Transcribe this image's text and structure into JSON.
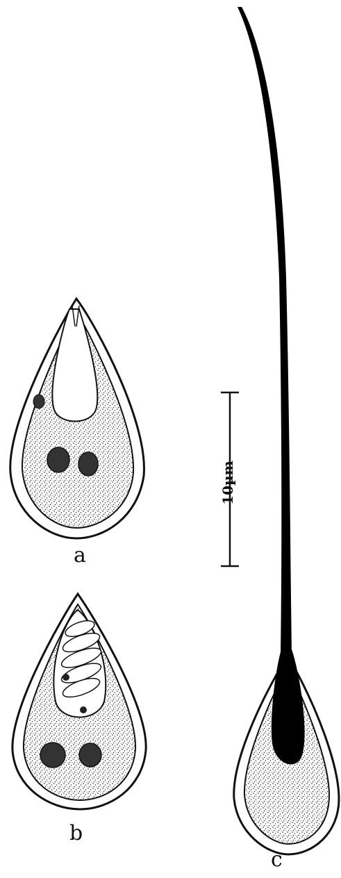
{
  "panels": [
    {
      "id": "a",
      "label": "a"
    },
    {
      "id": "b",
      "label": "b"
    },
    {
      "id": "c",
      "label": "c"
    }
  ],
  "scale_bar": {
    "label": "10µm"
  },
  "colors": {
    "ink": "#111111",
    "fill": "#d9d9d9",
    "background": "#ffffff"
  }
}
